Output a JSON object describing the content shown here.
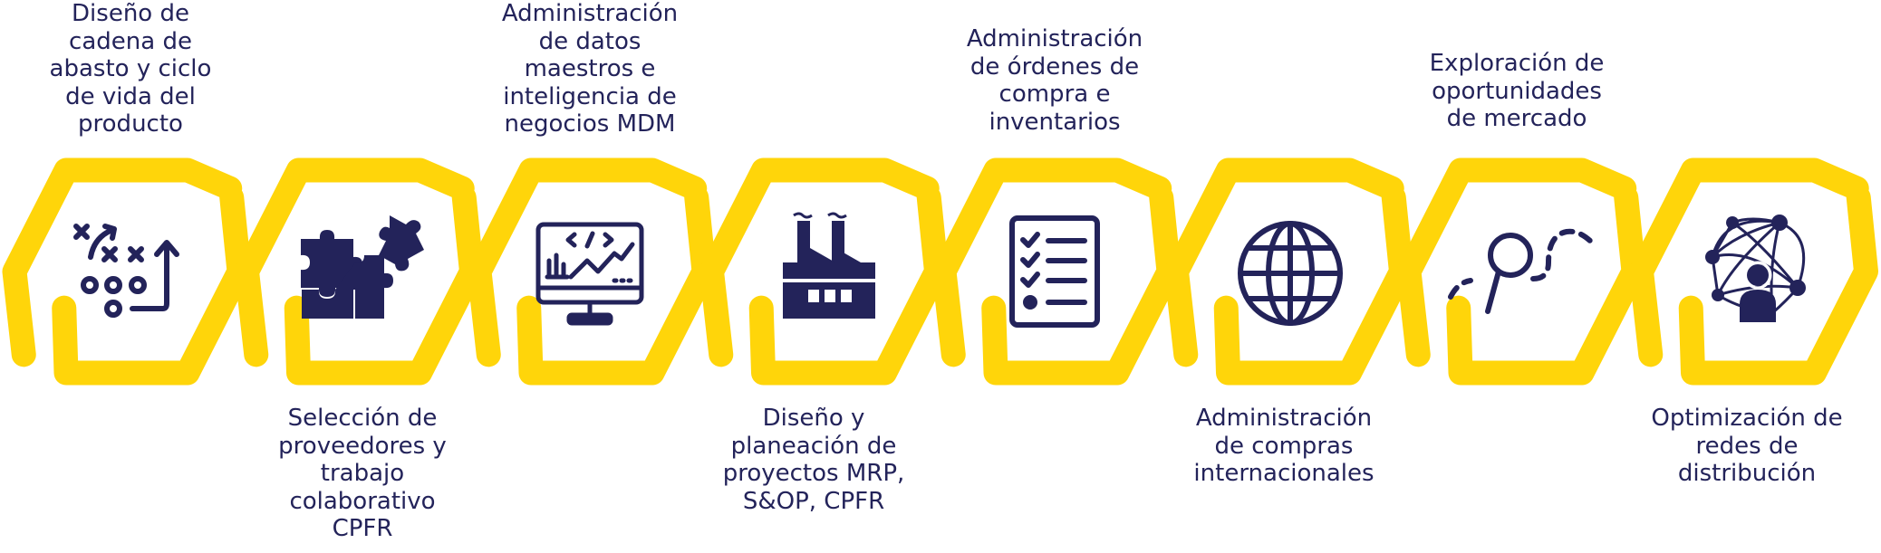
{
  "accent_color": "#ffd50a",
  "icon_color": "#23235a",
  "steps": [
    {
      "label": "Diseño de\ncadena de\nabasto y ciclo\nde vida del\nproducto",
      "icon": "strategy-play-icon"
    },
    {
      "label": "Selección de\nproveedores y\ntrabajo\ncolaborativo\nCPFR",
      "icon": "puzzle-pieces-icon"
    },
    {
      "label": "Administración\nde datos\nmaestros e\ninteligencia de\nnegocios MDM",
      "icon": "analytics-monitor-icon"
    },
    {
      "label": "Diseño y\nplaneación de\nproyectos MRP,\nS&OP, CPFR",
      "icon": "factory-icon"
    },
    {
      "label": "Administración\nde órdenes de\ncompra e\ninventarios",
      "icon": "checklist-icon"
    },
    {
      "label": "Administración\nde compras\ninternacionales",
      "icon": "globe-icon"
    },
    {
      "label": "Exploración de\noportunidades\nde mercado",
      "icon": "market-search-icon"
    },
    {
      "label": "Optimización de\nredes de\ndistribución",
      "icon": "network-person-icon"
    }
  ]
}
